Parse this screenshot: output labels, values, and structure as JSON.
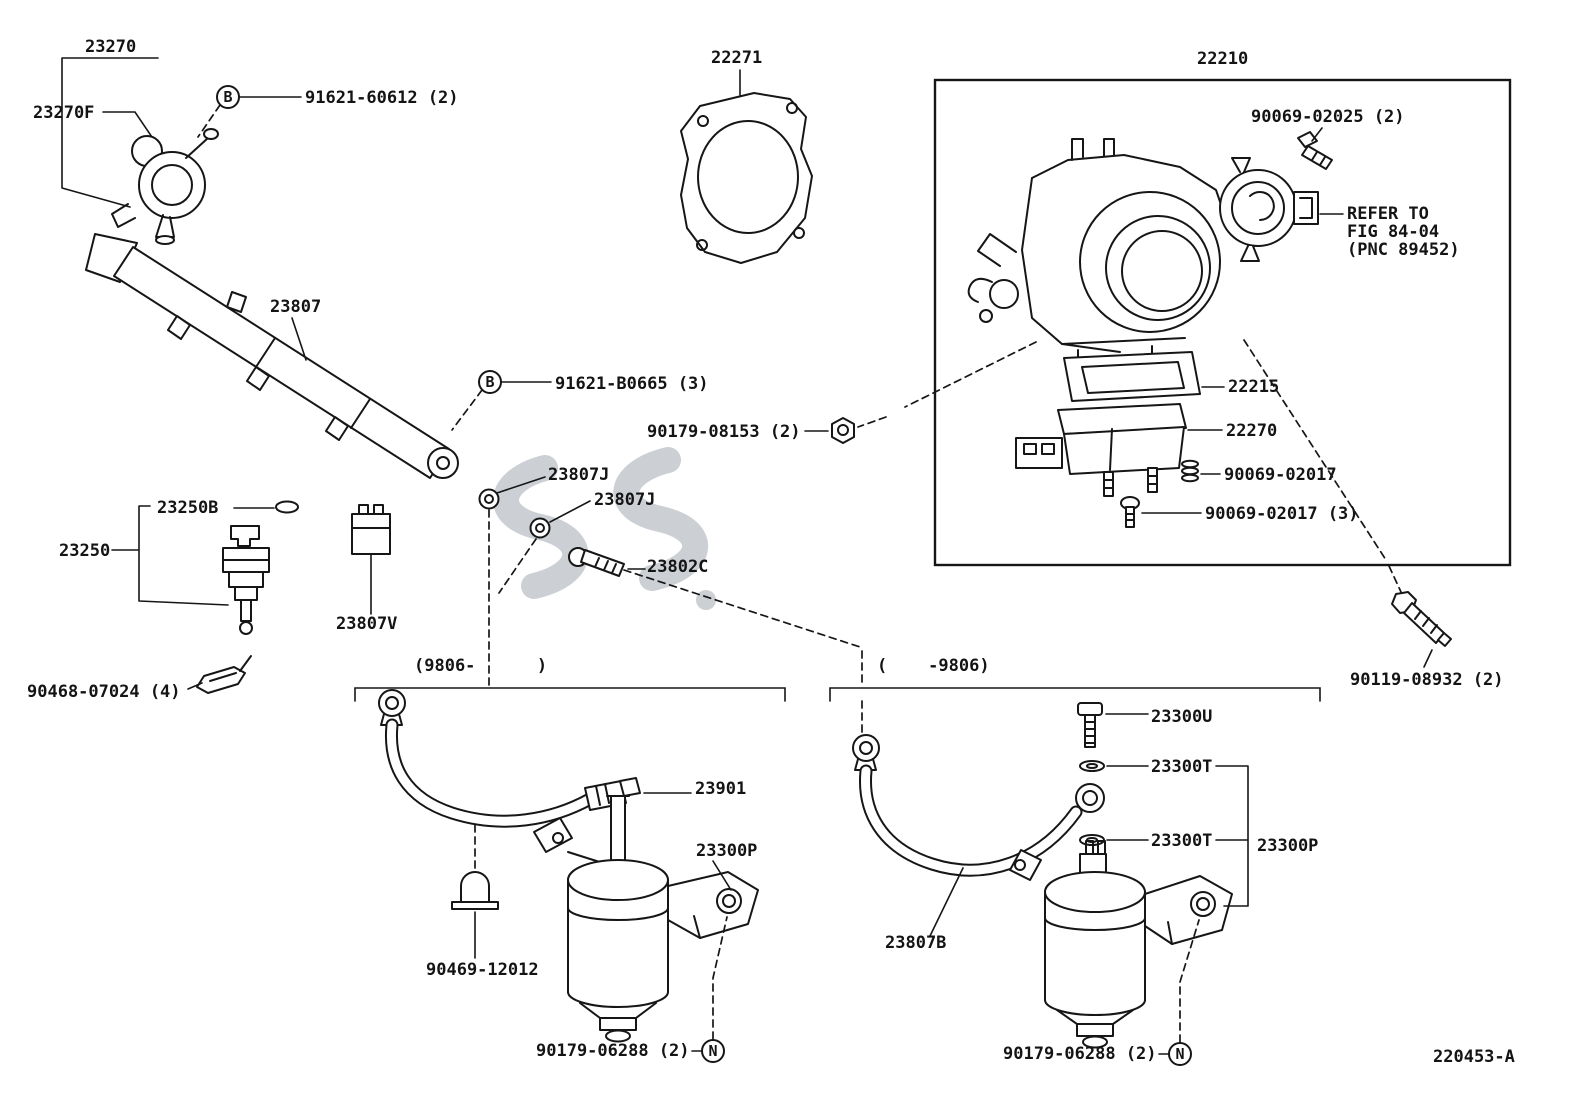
{
  "diagram_code": "220453-A",
  "sections": {
    "later_models": "(9806-      )",
    "earlier_models": "(    -9806)"
  },
  "balloons": {
    "b": "B",
    "n": "N"
  },
  "callouts": {
    "n23270": "23270",
    "n23270F": "23270F",
    "n91621_60612": "91621-60612 (2)",
    "n23807": "23807",
    "n91621_B0665": "91621-B0665 (3)",
    "n23250B": "23250B",
    "n23250": "23250",
    "n23807J": "23807J",
    "n23802C": "23802C",
    "n23807V": "23807V",
    "n90468_07024": "90468-07024 (4)",
    "n22271": "22271",
    "n22210": "22210",
    "n90069_02025": "90069-02025 (2)",
    "n22215": "22215",
    "n22270": "22270",
    "n90069_02017": "90069-02017",
    "n90069_02017_3": "90069-02017 (3)",
    "n90179_08153": "90179-08153 (2)",
    "n90119_08932": "90119-08932 (2)",
    "n23901": "23901",
    "n23300P": "23300P",
    "n90469_12012": "90469-12012",
    "n90179_06288": "90179-06288 (2)",
    "n23300U": "23300U",
    "n23300T": "23300T",
    "n23807B": "23807B"
  },
  "notes": {
    "refer_line1": "REFER TO",
    "refer_line2": "FIG 84-04",
    "refer_line3": "(PNC 89452)"
  }
}
